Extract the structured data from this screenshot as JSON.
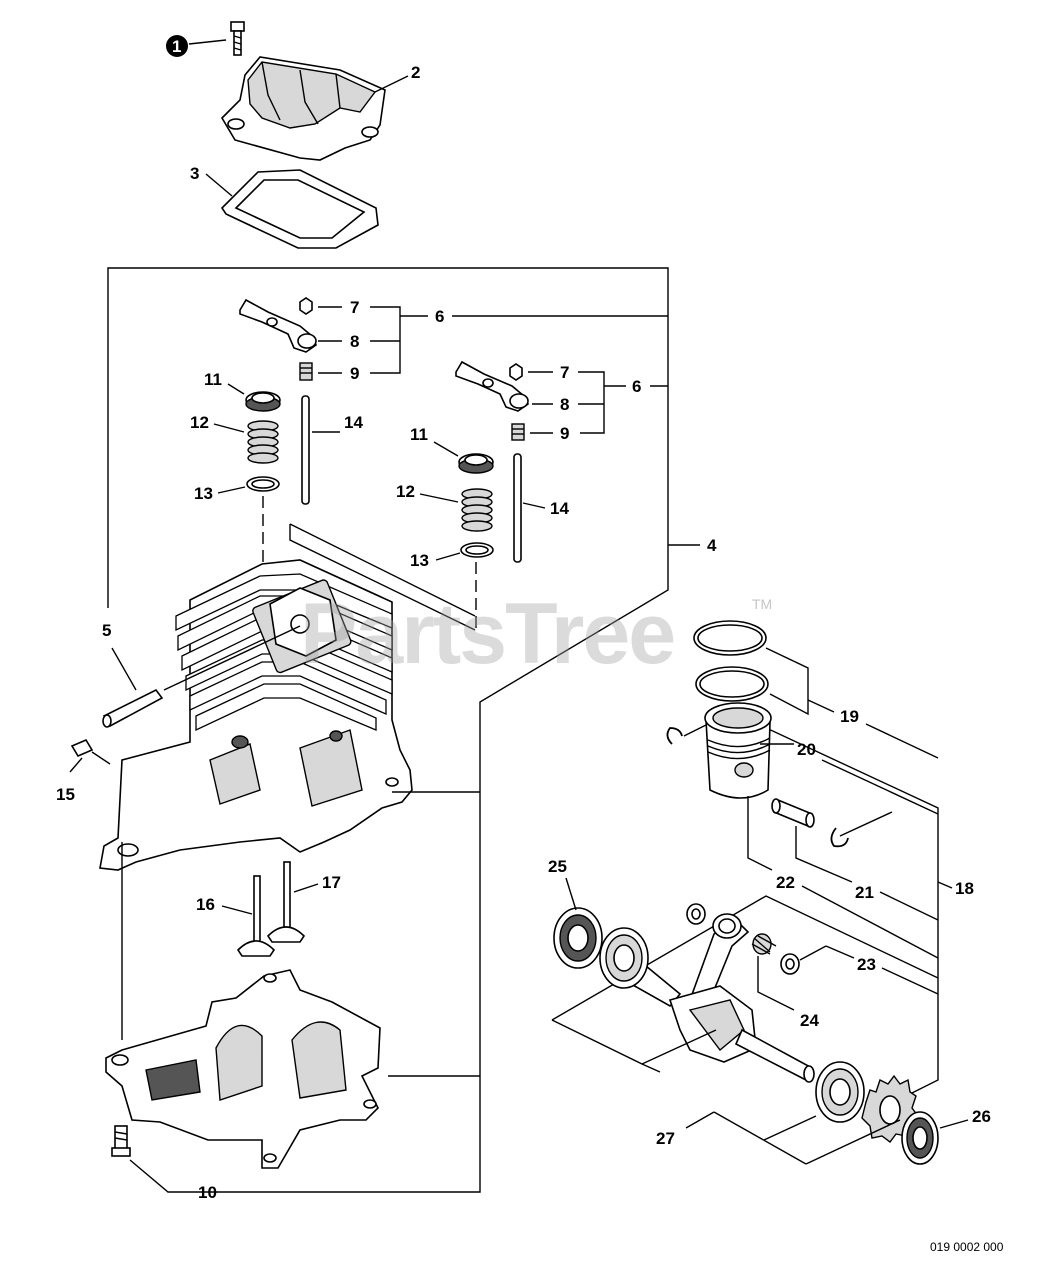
{
  "watermark": {
    "brand": "PartsTree",
    "tm": "TM"
  },
  "document_id": "019 0002 000",
  "callouts": {
    "c1": "1",
    "c2": "2",
    "c3": "3",
    "c4": "4",
    "c5": "5",
    "c6a": "6",
    "c6b": "6",
    "c7a": "7",
    "c7b": "7",
    "c8a": "8",
    "c8b": "8",
    "c9a": "9",
    "c9b": "9",
    "c10": "10",
    "c11a": "11",
    "c11b": "11",
    "c12a": "12",
    "c12b": "12",
    "c13a": "13",
    "c13b": "13",
    "c14a": "14",
    "c14b": "14",
    "c15": "15",
    "c16": "16",
    "c17": "17",
    "c18": "18",
    "c19": "19",
    "c20": "20",
    "c21": "21",
    "c22": "22",
    "c23": "23",
    "c24": "24",
    "c25": "25",
    "c26": "26",
    "c27": "27"
  }
}
